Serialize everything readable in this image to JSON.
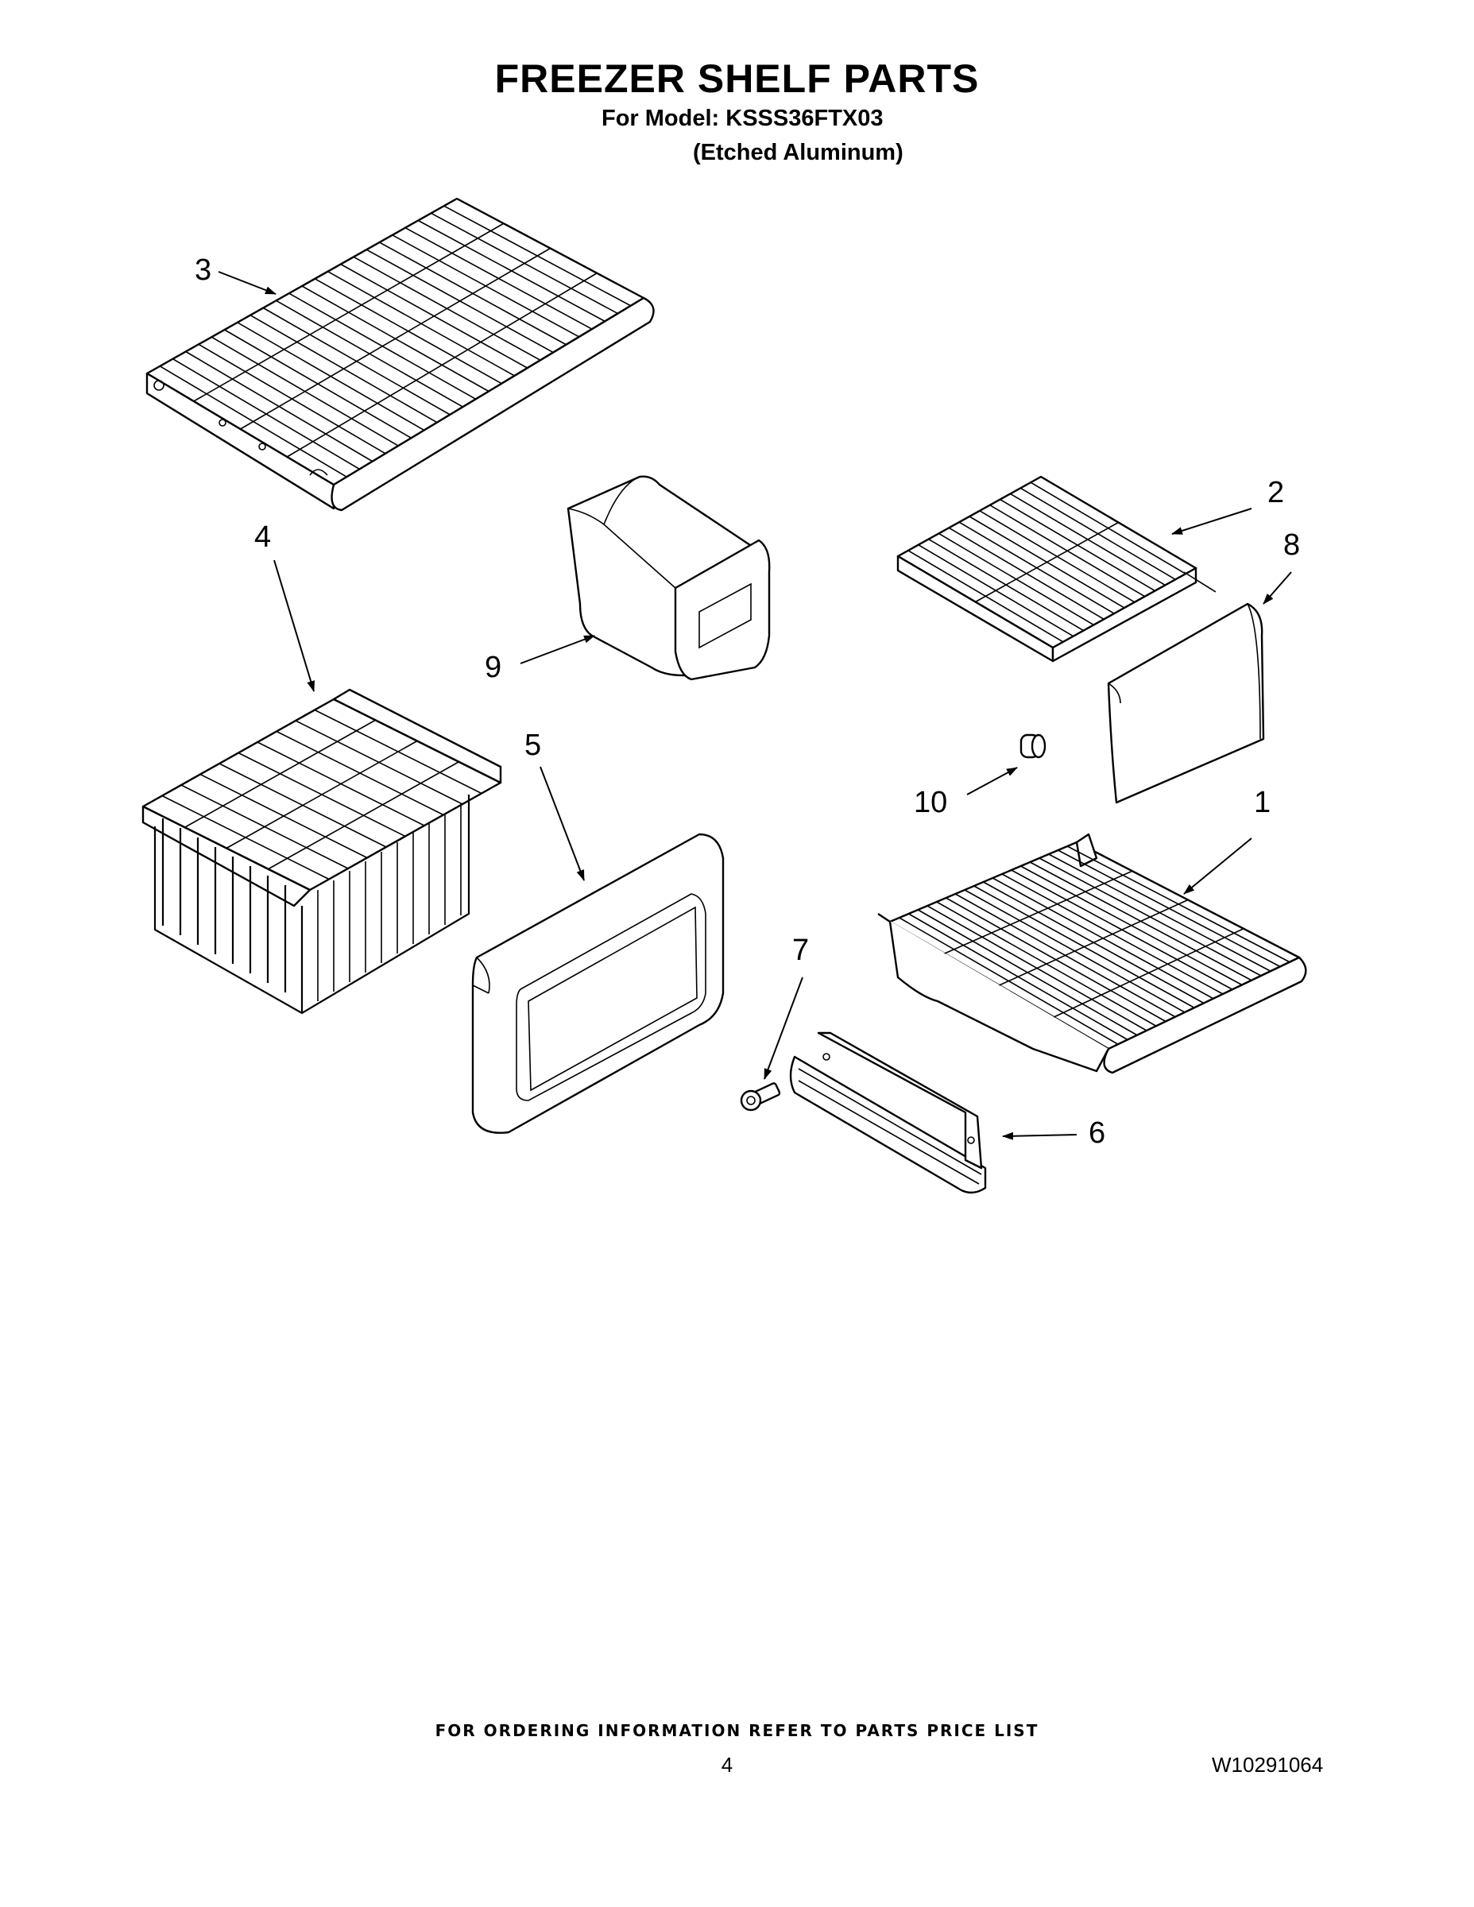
{
  "header": {
    "title": "FREEZER SHELF PARTS",
    "model_line": "For Model: KSSS36FTX03",
    "finish_line": "(Etched Aluminum)"
  },
  "callouts": {
    "c1": "1",
    "c2": "2",
    "c3": "3",
    "c4": "4",
    "c5": "5",
    "c6": "6",
    "c7": "7",
    "c8": "8",
    "c9": "9",
    "c10": "10"
  },
  "footer": {
    "ordering_note": "FOR ORDERING INFORMATION REFER TO PARTS PRICE LIST",
    "page_number": "4",
    "document_number": "W10291064"
  },
  "colors": {
    "line": "#000000",
    "background": "#ffffff"
  }
}
